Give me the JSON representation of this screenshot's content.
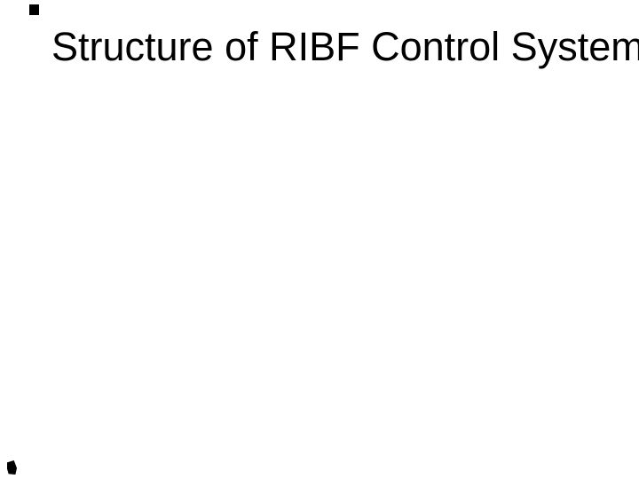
{
  "slide": {
    "title": "Structure of RIBF Control System",
    "background_color": "#ffffff",
    "title_color": "#000000",
    "marks": {
      "top_left": {
        "name": "small-black-square-artifact",
        "color": "#000000"
      },
      "bottom_left": {
        "name": "small-black-blob-artifact",
        "color": "#000000"
      }
    }
  }
}
